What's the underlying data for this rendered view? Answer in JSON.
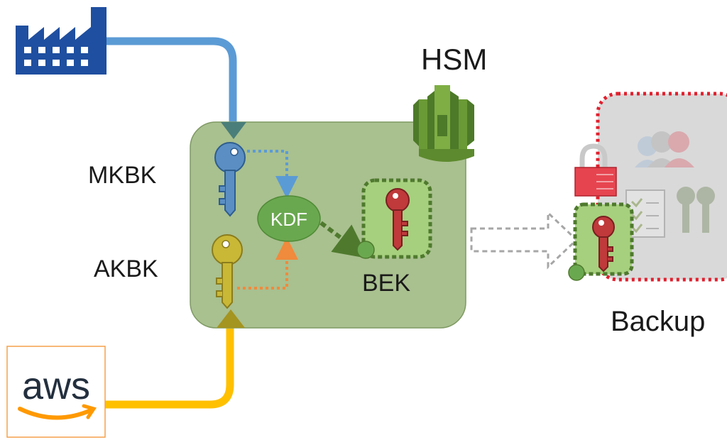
{
  "labels": {
    "hsm": "HSM",
    "mkbk": "MKBK",
    "akbk": "AKBK",
    "kdf": "KDF",
    "bek": "BEK",
    "backup": "Backup",
    "aws": "aws"
  },
  "icons": {
    "factory": "factory-icon",
    "aws_logo": "aws-logo",
    "hsm_logo": "cloudhsm-icon",
    "mkbk_key": "key-icon",
    "akbk_key": "key-icon",
    "bek_key": "key-icon",
    "backup_lock": "lock-icon",
    "backup_users": "users-icon",
    "backup_checklist": "checklist-icon",
    "backup_keys": "keys-icon"
  },
  "colors": {
    "factory_blue": "#1f4fa0",
    "mkbk_line": "#5b9bd5",
    "akbk_line": "#ffc000",
    "hsm_box": "#a9c08f",
    "hsm_logo": "#6a9a35",
    "kdf": "#6aa84f",
    "bek_key": "#c0393b",
    "mkbk_key": "#5b8fc4",
    "akbk_key": "#c9b836",
    "backup_border": "#e0202e",
    "backup_fill": "#d9d9d9"
  }
}
